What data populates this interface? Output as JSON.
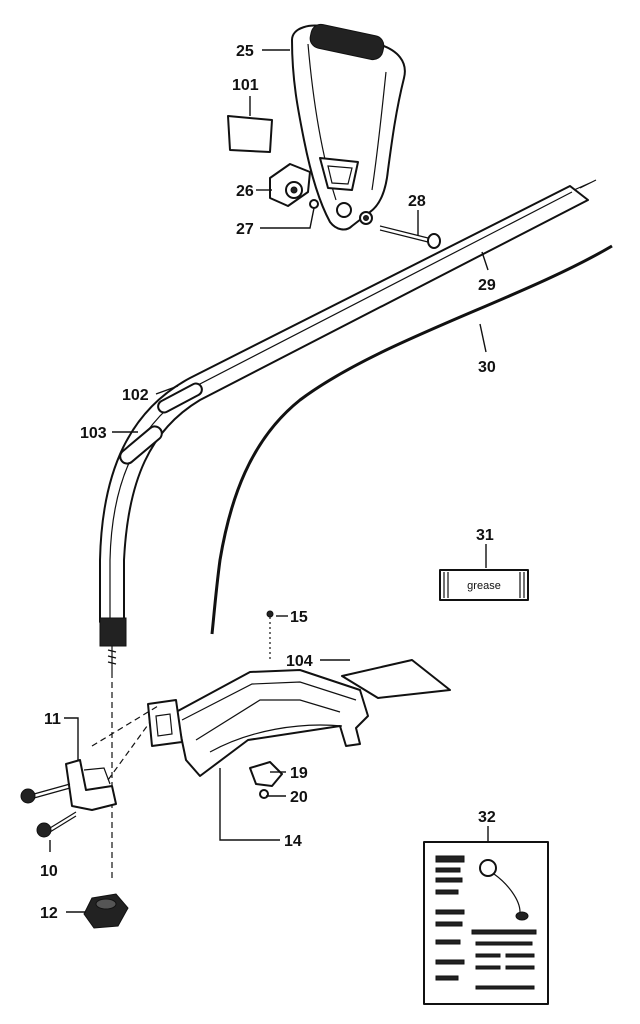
{
  "parts": [
    {
      "id": "25",
      "label": "25"
    },
    {
      "id": "101",
      "label": "101"
    },
    {
      "id": "26",
      "label": "26"
    },
    {
      "id": "27",
      "label": "27"
    },
    {
      "id": "28",
      "label": "28"
    },
    {
      "id": "29",
      "label": "29"
    },
    {
      "id": "30",
      "label": "30"
    },
    {
      "id": "102",
      "label": "102"
    },
    {
      "id": "103",
      "label": "103"
    },
    {
      "id": "31",
      "label": "31"
    },
    {
      "id": "15",
      "label": "15"
    },
    {
      "id": "104",
      "label": "104"
    },
    {
      "id": "11",
      "label": "11"
    },
    {
      "id": "19",
      "label": "19"
    },
    {
      "id": "20",
      "label": "20"
    },
    {
      "id": "14",
      "label": "14"
    },
    {
      "id": "10",
      "label": "10"
    },
    {
      "id": "32",
      "label": "32"
    },
    {
      "id": "12",
      "label": "12"
    }
  ],
  "grease_label": "grease"
}
